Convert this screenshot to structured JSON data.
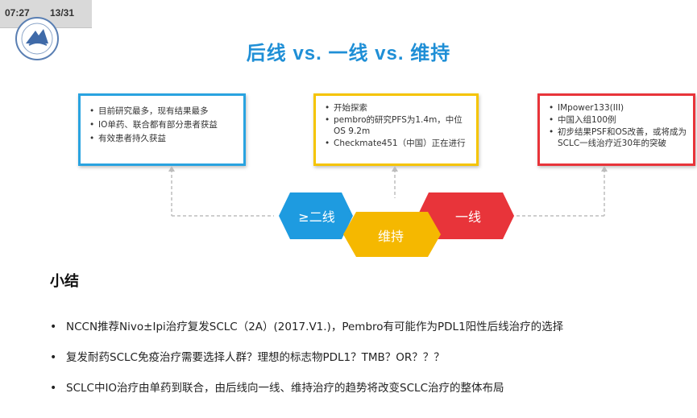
{
  "status": {
    "time": "07:27",
    "page": "13/31"
  },
  "logo": {
    "icon": "institution-seal-icon"
  },
  "title": "后线 vs. 一线 vs. 维持",
  "boxes": {
    "blue": {
      "color": "#29a3e0",
      "items": [
        "目前研究最多，现有结果最多",
        "IO单药、联合都有部分患者获益",
        "有效患者持久获益"
      ]
    },
    "yellow": {
      "color": "#f5c400",
      "items": [
        "开始探索",
        "pembro的研究PFS为1.4m，中位OS 9.2m",
        "Checkmate451（中国）正在进行"
      ]
    },
    "red": {
      "color": "#e8343a",
      "items": [
        "IMpower133(III)",
        "中国入组100例",
        "初步结果PSF和OS改善，或将成为SCLC一线治疗近30年的突破"
      ]
    }
  },
  "stages": {
    "second_line": {
      "label": "≥二线",
      "color": "#1e9be0"
    },
    "maintenance": {
      "label": "维持",
      "color": "#f5b800"
    },
    "first_line": {
      "label": "一线",
      "color": "#e8343a"
    }
  },
  "summary": {
    "title": "小结",
    "bullets": [
      "NCCN推荐Nivo±Ipi治疗复发SCLC（2A）(2017.V1.)，Pembro有可能作为PDL1阳性后线治疗的选择",
      "复发耐药SCLC免疫治疗需要选择人群？理想的标志物PDL1？TMB？OR？？？",
      "SCLC中IO治疗由单药到联合，由后线向一线、维持治疗的趋势将改变SCLC治疗的整体布局"
    ]
  }
}
